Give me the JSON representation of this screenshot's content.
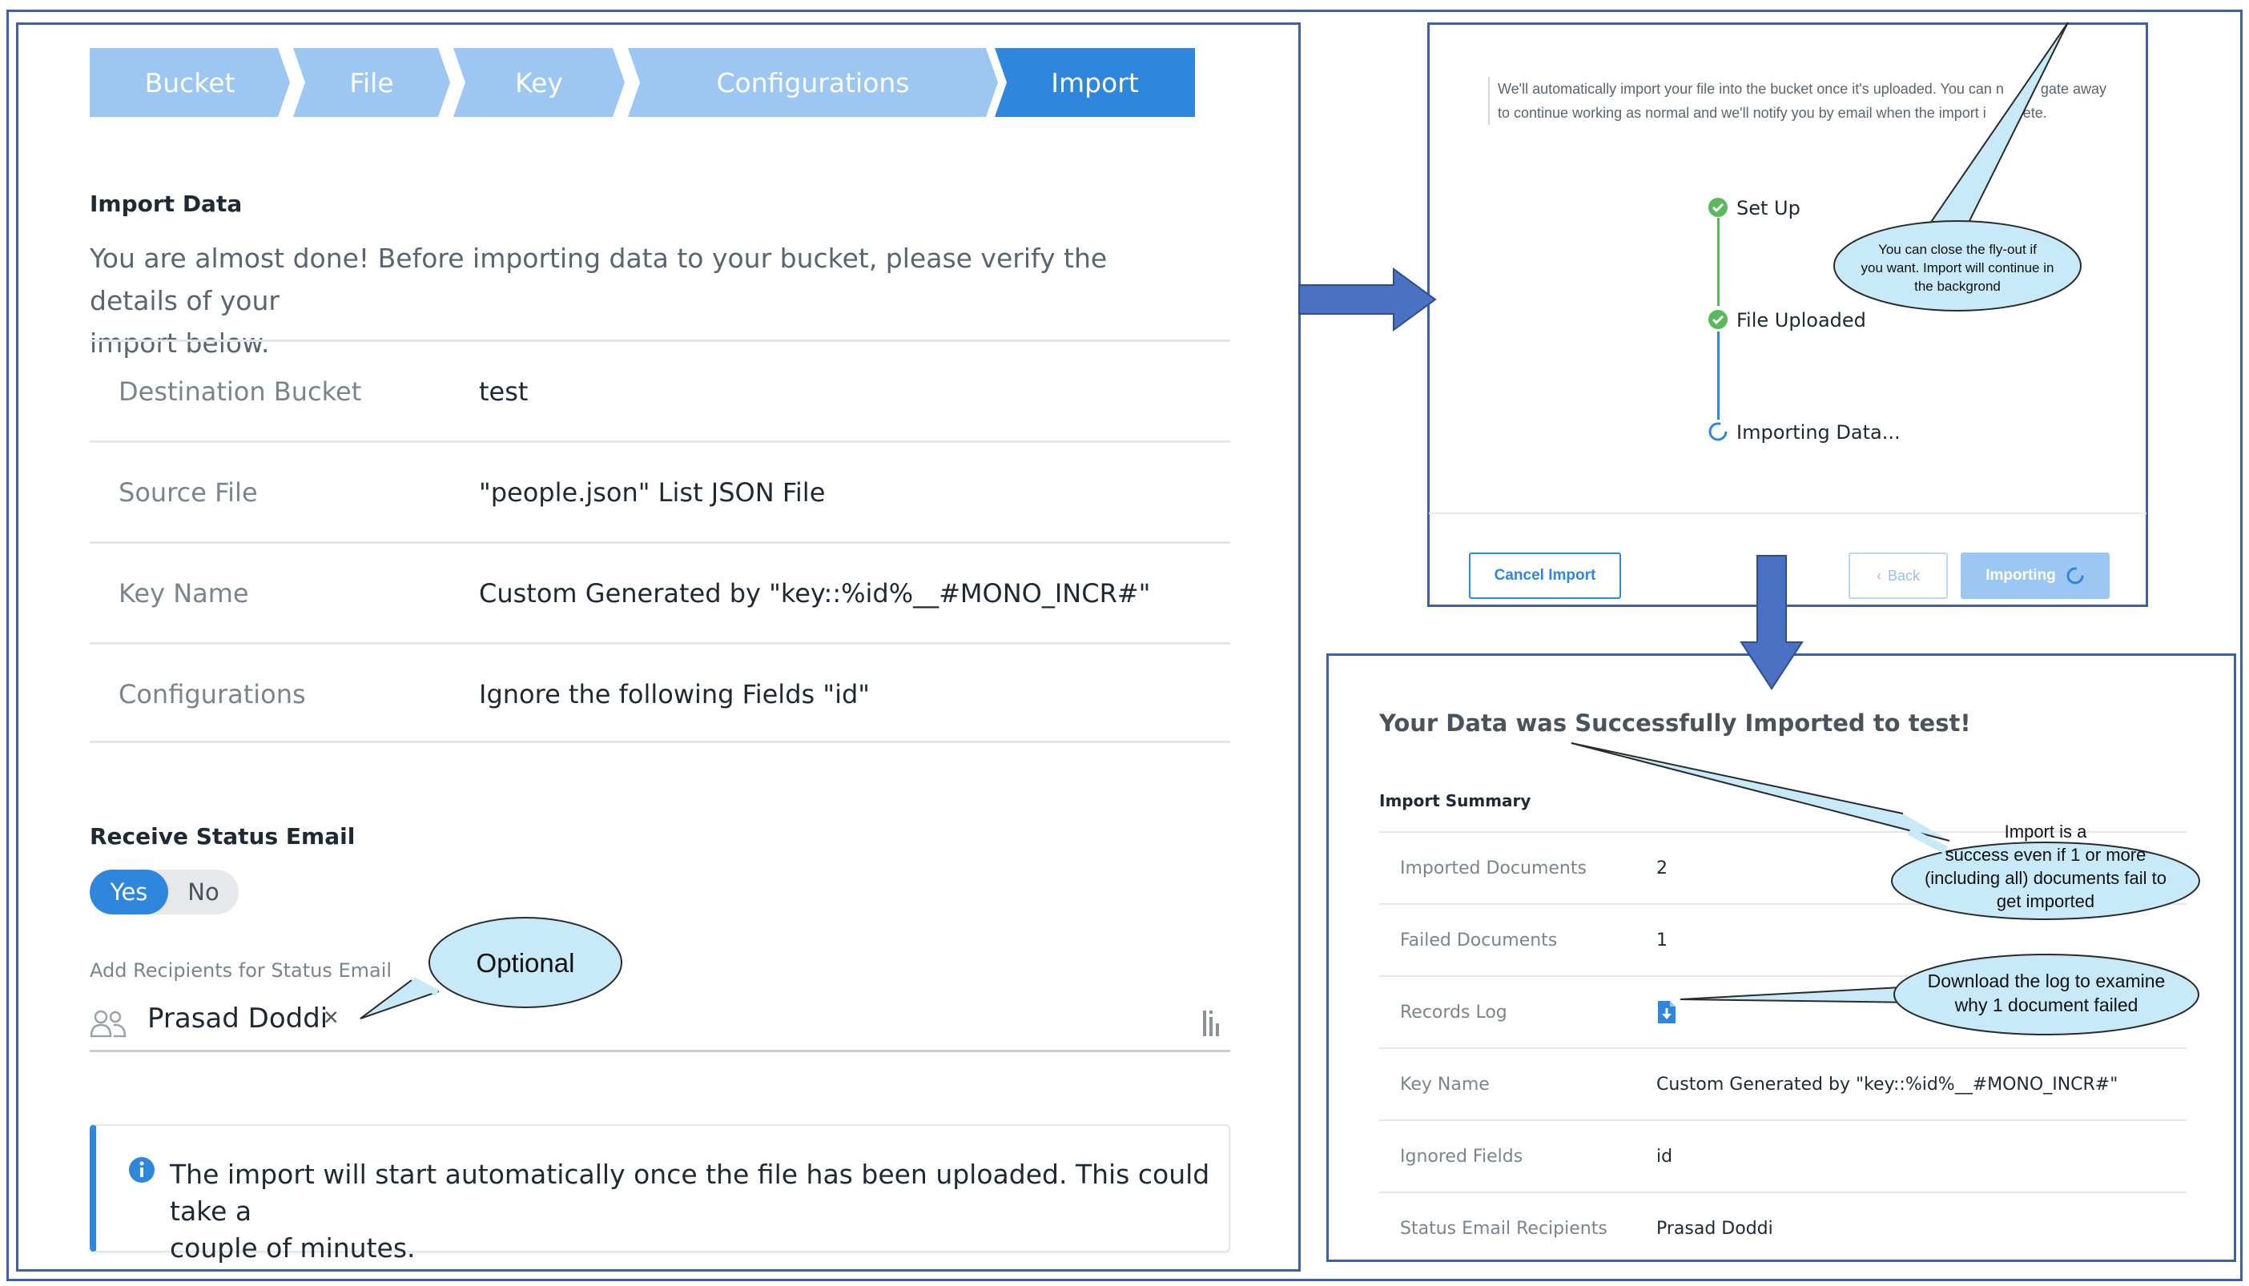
{
  "wizard": {
    "steps": [
      {
        "label": "Bucket"
      },
      {
        "label": "File"
      },
      {
        "label": "Key"
      },
      {
        "label": "Configurations"
      },
      {
        "label": "Import"
      }
    ],
    "active_step": "Import"
  },
  "import_data": {
    "title": "Import Data",
    "intro_line1": "You are almost done! Before importing data to your bucket, please verify the details of your",
    "intro_line2": "import below.",
    "rows": [
      {
        "label": "Destination Bucket",
        "value": "test"
      },
      {
        "label": "Source File",
        "value": "\"people.json\" List JSON File"
      },
      {
        "label": "Key Name",
        "value": "Custom Generated by \"key::%id%__#MONO_INCR#\""
      },
      {
        "label": "Configurations",
        "value": "Ignore the following Fields \"id\""
      }
    ]
  },
  "status_email": {
    "title": "Receive Status Email",
    "yes_label": "Yes",
    "no_label": "No",
    "selected": "Yes",
    "recipients_label": "Add Recipients for Status Email",
    "recipient_chip": "Prasad Doddi",
    "remove_glyph": "×"
  },
  "info_message": {
    "line1": "The import will start automatically once the file has been uploaded. This could take a",
    "line2": "couple of minutes.",
    "icon": "info-icon"
  },
  "callouts": {
    "optional": "Optional",
    "flyout_line1": "You can close the fly-out if",
    "flyout_line2": "you want. Import will continue in",
    "flyout_line3": "the backgrond",
    "success_line1": "Import is a",
    "success_line2": "success even if 1 or more",
    "success_line3": "(including all) documents fail to",
    "success_line4": "get imported",
    "log_line1": "Download the log to examine",
    "log_line2": "why 1 document failed"
  },
  "flyout": {
    "desc_line1": "We'll automatically import your file into the bucket once it's uploaded. You can n",
    "desc_line1_end": "gate away",
    "desc_line2": "to continue working as normal and we'll notify you by email when the import i",
    "desc_line2_end": "plete.",
    "steps": [
      {
        "label": "Set Up",
        "status": "done"
      },
      {
        "label": "File Uploaded",
        "status": "done"
      },
      {
        "label": "Importing Data...",
        "status": "in-progress"
      }
    ],
    "cancel_label": "Cancel Import",
    "back_label": "Back",
    "importing_label": "Importing"
  },
  "success": {
    "title": "Your Data was Successfully Imported to test!",
    "summary_title": "Import Summary",
    "rows": [
      {
        "label": "Imported Documents",
        "value": "2"
      },
      {
        "label": "Failed Documents",
        "value": "1"
      },
      {
        "label": "Records Log",
        "value": ""
      },
      {
        "label": "Key Name",
        "value": "Custom Generated by \"key::%id%__#MONO_INCR#\""
      },
      {
        "label": "Ignored Fields",
        "value": "id"
      },
      {
        "label": "Status Email Recipients",
        "value": "Prasad Doddi"
      }
    ]
  },
  "colors": {
    "accent": "#2f86dd",
    "step_inactive": "#9cc7f2",
    "success_green": "#5bb85d",
    "frame_blue": "#3f5fa8",
    "callout_fill": "#c8e9f7"
  }
}
